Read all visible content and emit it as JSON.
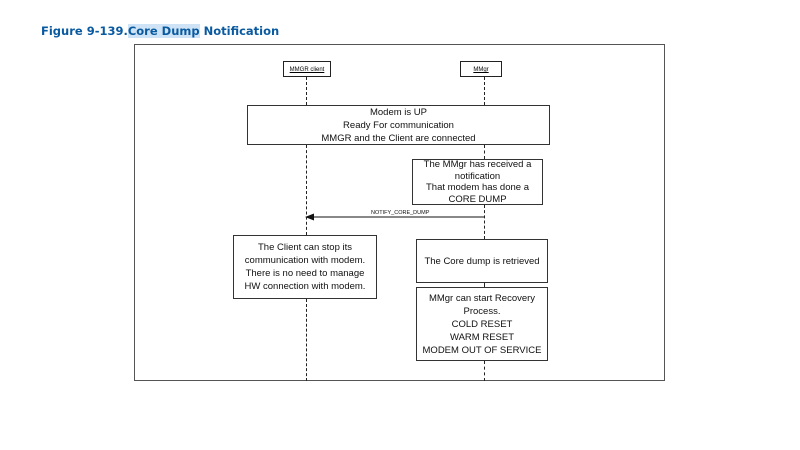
{
  "caption": {
    "prefix": "Figure 9-139.",
    "highlighted": "Core Dump",
    "suffix": " Notification"
  },
  "actors": {
    "client": "MMGR client",
    "mmgr": "MMgr"
  },
  "notes": {
    "modem_up": [
      "Modem is UP",
      "Ready For communication",
      "MMGR and the Client are connected"
    ],
    "received": [
      "The MMgr has received a",
      "notification",
      "That modem has done a",
      "CORE DUMP"
    ],
    "client_stop": [
      "The Client can stop its",
      "communication with modem.",
      "There is no need to manage",
      "HW connection with modem."
    ],
    "retrieved": [
      "The Core dump is retrieved"
    ],
    "recovery": [
      "MMgr can start Recovery",
      "Process.",
      "COLD RESET",
      "WARM RESET",
      "MODEM OUT OF SERVICE"
    ]
  },
  "messages": {
    "notify": "NOTIFY_CORE_DUMP"
  }
}
